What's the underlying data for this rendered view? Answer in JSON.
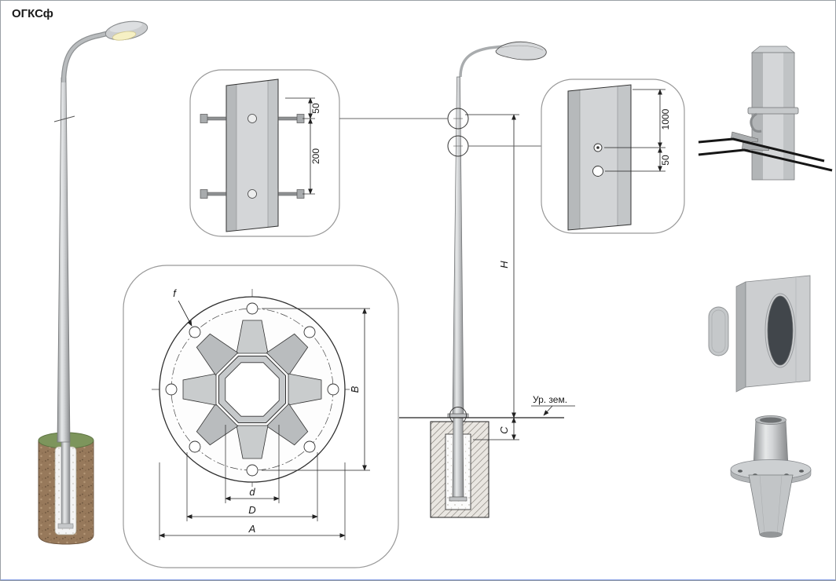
{
  "title": "ОГКСф",
  "detail_clamps": {
    "dim_offset": "50",
    "dim_spacing": "200"
  },
  "flange_plan": {
    "hole_dia": "f",
    "bolt_span_vertical": "B",
    "dim_inner": "d",
    "dim_bolt_circle": "D",
    "dim_plate": "A"
  },
  "elevation": {
    "pole_height": "H",
    "ground_level": "Ур. зем.",
    "embed_depth": "C"
  },
  "detail_holes": {
    "dim_hole_height": "1000",
    "dim_hole_offset": "50"
  }
}
